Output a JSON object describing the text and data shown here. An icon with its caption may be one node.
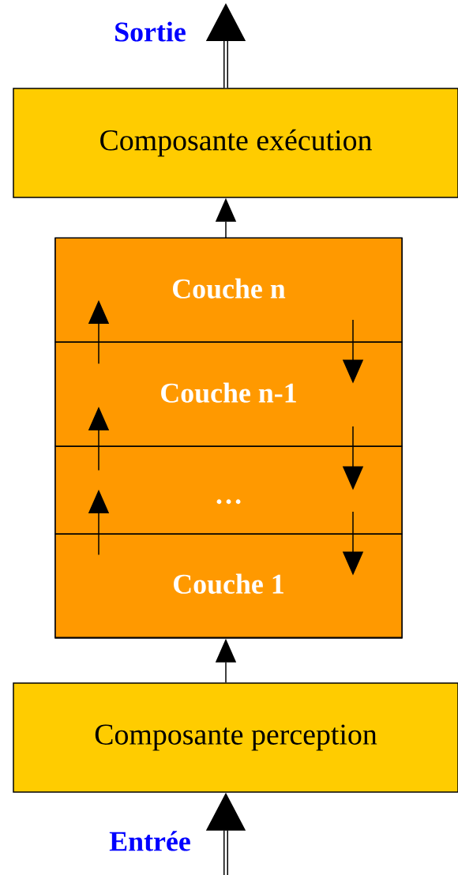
{
  "diagram": {
    "nodes": [
      {
        "text": [
          "Composante exécution"
        ]
      },
      {
        "text": [],
        "shape": "box"
      },
      {
        "text": [
          "Couche n"
        ],
        "in": 1
      },
      {
        "text": [
          "Couche n-1"
        ],
        "in": 1
      },
      {
        "text": [
          "…"
        ],
        "in": 1
      },
      {
        "text": [
          "Couche 1"
        ],
        "in": 1
      },
      {
        "text": [
          "Composante perception"
        ]
      }
    ],
    "edges": [
      {
        "from": 0,
        "to": null,
        "arrow": "to",
        "style": "thick"
      },
      {
        "from": 1,
        "to": 0,
        "arrow": "to"
      },
      {
        "from": 3,
        "to": 2,
        "arrow": "to"
      },
      {
        "from": 2,
        "to": 3,
        "arrow": "to"
      },
      {
        "from": 4,
        "to": 3,
        "arrow": "to"
      },
      {
        "from": 3,
        "to": 4,
        "arrow": "to"
      },
      {
        "from": 5,
        "to": 4,
        "arrow": "to"
      },
      {
        "from": 4,
        "to": 5,
        "arrow": "to"
      },
      {
        "from": 6,
        "to": 1,
        "arrow": "to"
      },
      {
        "from": null,
        "to": 6,
        "arrow": "to",
        "style": "thick"
      }
    ],
    "labels": [
      "Sortie",
      "Entrée"
    ]
  }
}
